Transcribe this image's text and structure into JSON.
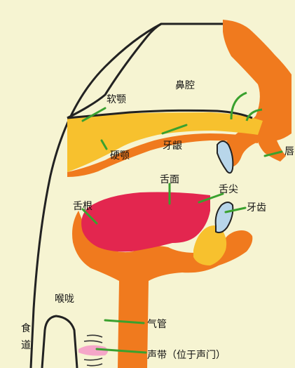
{
  "diagram": {
    "labels": {
      "nasal_cavity": "鼻腔",
      "soft_palate": "软颚",
      "hard_palate": "硬颚",
      "alveolar_ridge": "牙龈",
      "tongue_surface": "舌面",
      "tongue_tip": "舌尖",
      "tongue_root": "舌根",
      "teeth": "牙齿",
      "pharynx": "喉咙",
      "trachea": "气管",
      "esophagus_1": "食",
      "esophagus_2": "道",
      "vocal_cords": "声带（位于声门）",
      "lips_partial": "唇"
    },
    "colors": {
      "background": "#f6f4d2",
      "tissue_orange": "#f07a1e",
      "palate_yellow": "#f7c12e",
      "tongue_red": "#e3264f",
      "tooth_blue": "#b8d6ea",
      "vocal_pink": "#f5a6c8",
      "leader_green": "#3aa12e",
      "outline": "#222222"
    }
  }
}
